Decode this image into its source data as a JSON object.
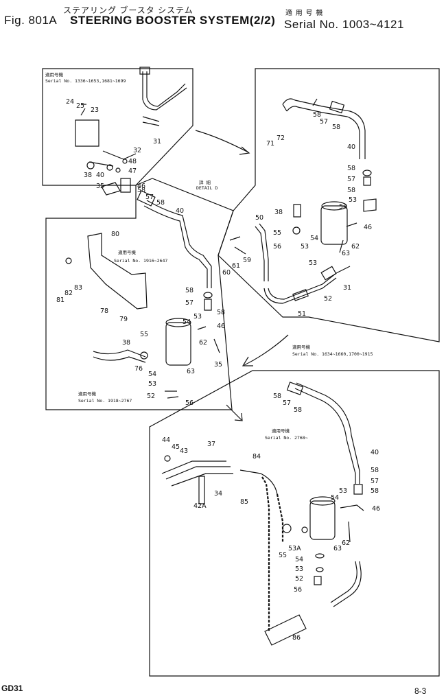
{
  "header": {
    "fig": "Fig. 801A",
    "title_jp": "ステアリング ブースタ システム",
    "title": "STEERING BOOSTER SYSTEM(2/2)",
    "applic_jp": "適 用 号 機",
    "serial": "Serial No. 1003~4121"
  },
  "footer": {
    "model": "GD31",
    "page": "8-3"
  },
  "notes": {
    "panel1": {
      "jp": "適用号機",
      "serial": "Serial No. 1336~1653,1681~1699"
    },
    "detail": {
      "jp": "詳 細",
      "label": "DETAIL D"
    },
    "panel3_a": {
      "jp": "適用号機",
      "serial": "Serial No. 1916~2647"
    },
    "panel3_b": {
      "jp": "適用号機",
      "serial": "Serial No. 1918~2767"
    },
    "panel2": {
      "jp": "適用号機",
      "serial": "Serial No. 1634~1660,1700~1915"
    },
    "panel4": {
      "jp": "適用号機",
      "serial": "Serial No. 2768~"
    }
  },
  "callouts": {
    "p1": [
      "24",
      "25",
      "23",
      "32",
      "31",
      "48",
      "47",
      "38",
      "40",
      "35",
      "46"
    ],
    "p2": [
      "58",
      "57",
      "58",
      "71",
      "72",
      "40",
      "58",
      "57",
      "58",
      "38",
      "53",
      "54",
      "50",
      "55",
      "56",
      "54",
      "53",
      "46",
      "62",
      "63",
      "60",
      "61",
      "59",
      "53",
      "52",
      "31",
      "51"
    ],
    "p3": [
      "58",
      "57",
      "58",
      "40",
      "80",
      "81",
      "82",
      "83",
      "78",
      "79",
      "58",
      "57",
      "53",
      "58",
      "54",
      "46",
      "55",
      "62",
      "35",
      "38",
      "76",
      "63",
      "54",
      "53",
      "52",
      "56"
    ],
    "p4": [
      "58",
      "57",
      "58",
      "40",
      "58",
      "57",
      "58",
      "44",
      "45",
      "43",
      "37",
      "84",
      "42A",
      "34",
      "85",
      "53",
      "54",
      "46",
      "55",
      "53A",
      "63",
      "62",
      "54",
      "53",
      "52",
      "56",
      "86"
    ]
  }
}
